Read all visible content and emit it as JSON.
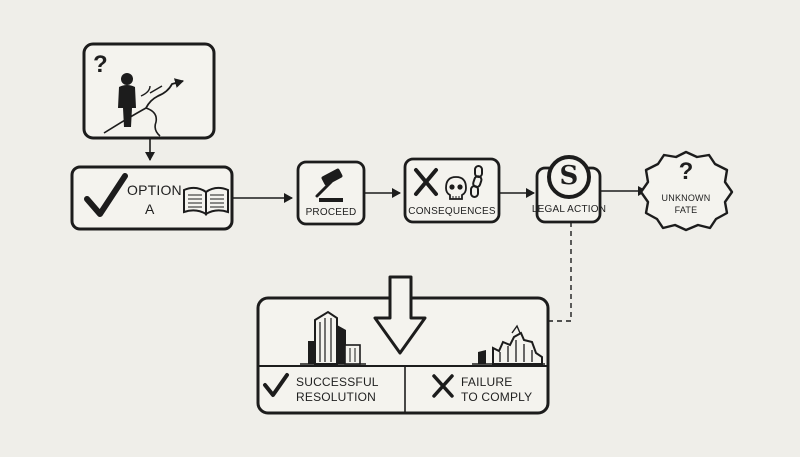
{
  "start": {
    "question_mark": "?"
  },
  "option": {
    "line1": "OPTION",
    "line2": "A"
  },
  "steps": {
    "proceed": "PROCEED",
    "consequences": "CONSEQUENCES",
    "legal_action": "LEGAL ACTION",
    "legal_symbol": "S"
  },
  "fate": {
    "question_mark": "?",
    "line1": "UNKNOWN",
    "line2": "FATE"
  },
  "outcomes": {
    "success": {
      "line1": "SUCCESSFUL",
      "line2": "RESOLUTION"
    },
    "failure": {
      "line1": "FAILURE",
      "line2": "TO COMPLY"
    }
  },
  "colors": {
    "ink": "#1c1c1c",
    "paper": "#efeee9",
    "box_fill": "#f4f3ee"
  },
  "icons": [
    "person-at-crossroads-icon",
    "checkmark-icon",
    "open-book-icon",
    "gavel-icon",
    "x-mark-icon",
    "skull-icon",
    "chain-icon",
    "legal-seal-icon",
    "down-arrow-icon",
    "skyscraper-icon",
    "ruined-building-icon"
  ]
}
